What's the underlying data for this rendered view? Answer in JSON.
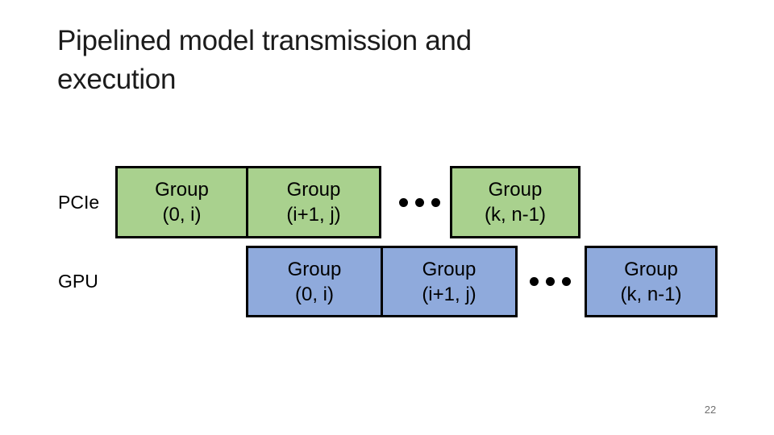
{
  "slide": {
    "title_lines": [
      "Pipelined model transmission and",
      "execution"
    ],
    "page_number": "22"
  },
  "colors": {
    "background": "#FFFFFF",
    "title_text": "#1B1B1B",
    "pcie_box_fill": "#A9D18E",
    "gpu_box_fill": "#8FAADC",
    "box_border": "#000000",
    "box_text": "#000000",
    "page_number_text": "#707070"
  },
  "icons": {
    "ellipsis": "three-horizontal-dots"
  },
  "diagram": {
    "rows": [
      {
        "label": "PCIe",
        "boxes": [
          {
            "text": "Group\n(0, i)"
          },
          {
            "text": "Group\n(i+1, j)"
          },
          {
            "text": "Group\n(k, n-1)"
          }
        ]
      },
      {
        "label": "GPU",
        "boxes": [
          {
            "text": "Group\n(0, i)"
          },
          {
            "text": "Group\n(i+1, j)"
          },
          {
            "text": "Group\n(k, n-1)"
          }
        ]
      }
    ]
  }
}
